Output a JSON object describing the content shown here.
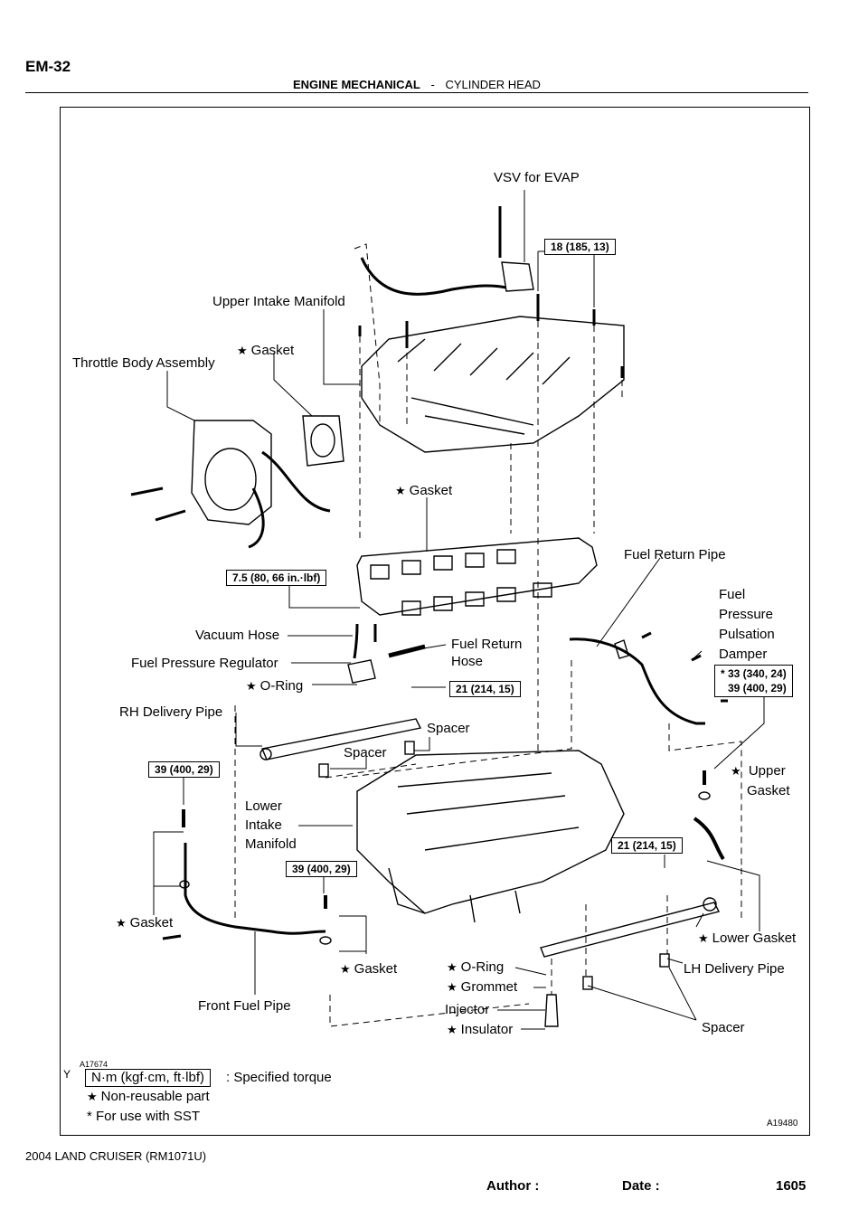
{
  "header": {
    "code": "EM-32",
    "section": "ENGINE MECHANICAL",
    "separator": "-",
    "subsection": "CYLINDER HEAD"
  },
  "labels": {
    "vsv": "VSV for EVAP",
    "upper_intake": "Upper Intake Manifold",
    "gasket_top": "Gasket",
    "throttle_body": "Throttle Body Assembly",
    "gasket_mid": "Gasket",
    "fuel_return_pipe": "Fuel Return Pipe",
    "fuel_pulsation_1": "Fuel",
    "fuel_pulsation_2": "Pressure",
    "fuel_pulsation_3": "Pulsation",
    "fuel_pulsation_4": "Damper",
    "vacuum_hose": "Vacuum Hose",
    "fuel_return_hose_1": "Fuel Return",
    "fuel_return_hose_2": "Hose",
    "fuel_pressure_regulator": "Fuel Pressure Regulator",
    "o_ring_top": "O-Ring",
    "rh_delivery_pipe": "RH Delivery Pipe",
    "spacer_right": "Spacer",
    "spacer_left": "Spacer",
    "upper_gasket_1": "Upper",
    "upper_gasket_2": "Gasket",
    "lower_1": "Lower",
    "lower_2": "Intake",
    "lower_3": "Manifold",
    "gasket_left": "Gasket",
    "lower_gasket": "Lower Gasket",
    "o_ring_bottom": "O-Ring",
    "gasket_bottom": "Gasket",
    "lh_delivery_pipe": "LH Delivery Pipe",
    "grommet": "Grommet",
    "front_fuel_pipe": "Front Fuel Pipe",
    "injector": "Injector",
    "insulator": "Insulator",
    "spacer_bottom": "Spacer"
  },
  "torques": {
    "t1": "18 (185, 13)",
    "t2": "7.5 (80, 66 in.·lbf)",
    "t3": "21 (214, 15)",
    "t4_1": "* 33 (340, 24)",
    "t4_2": "39 (400, 29)",
    "t5": "39 (400, 29)",
    "t6": "39 (400, 29)",
    "t7": "21 (214, 15)"
  },
  "legend": {
    "unit": "N·m (kgf·cm, ft·lbf)",
    "unit_desc": ": Specified torque",
    "non_reusable": "Non-reusable part",
    "sst": "* For use with SST",
    "y_mark": "Y",
    "fig_code_small": "A17674",
    "fig_code": "A19480"
  },
  "footer": {
    "model": "2004 LAND CRUISER   (RM1071U)",
    "author": "Author :",
    "date": "Date :",
    "page": "1605"
  }
}
